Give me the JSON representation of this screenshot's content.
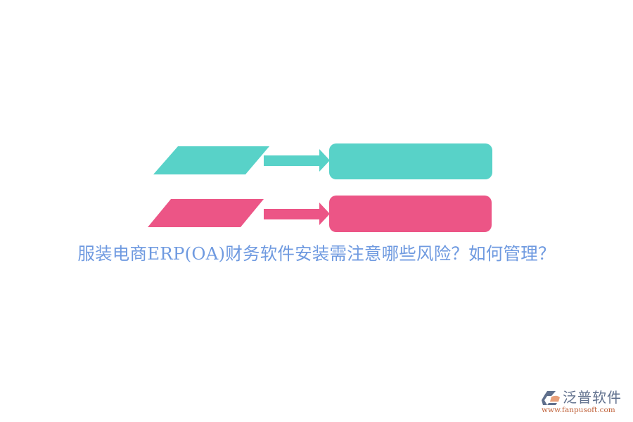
{
  "diagram": {
    "rows": [
      {
        "input_shape": "parallelogram",
        "arrow": "right-arrow",
        "output_shape": "rounded-rectangle",
        "color": "#58d2c8"
      },
      {
        "input_shape": "parallelogram",
        "arrow": "right-arrow",
        "output_shape": "rounded-rectangle",
        "color": "#ec5586"
      }
    ]
  },
  "title": "服装电商ERP(OA)财务软件安装需注意哪些风险？如何管理？",
  "logo": {
    "name": "泛普软件",
    "url": "www.fanpusoft.com",
    "icon": "fanpu-logo-icon"
  },
  "colors": {
    "teal": "#58d2c8",
    "pink": "#ec5586",
    "title": "#6f9ae0"
  }
}
